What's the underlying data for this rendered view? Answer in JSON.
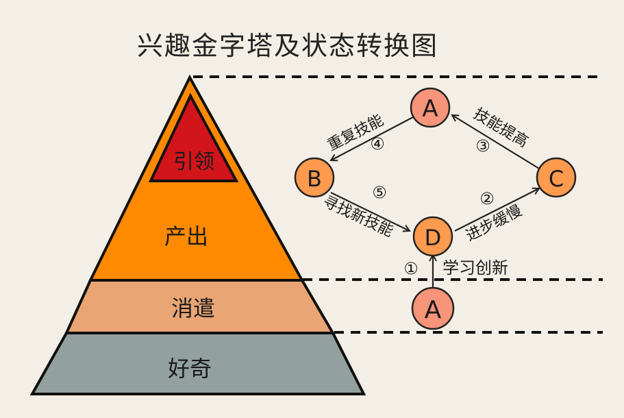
{
  "title": "兴趣金字塔及状态转换图",
  "pyramid": {
    "levels": [
      {
        "label": "引领",
        "color": "#d2151a"
      },
      {
        "label": "产出",
        "color": "#ff8a00"
      },
      {
        "label": "消遣",
        "color": "#e9a573"
      },
      {
        "label": "好奇",
        "color": "#93a0a0"
      }
    ]
  },
  "states": {
    "top": "A",
    "left": "B",
    "right": "C",
    "mid": "D",
    "bottom": "A",
    "fill_color": "#f7947a",
    "node_color_orange": "#ff9a4e"
  },
  "transitions": [
    {
      "num": "①",
      "label": "学习创新"
    },
    {
      "num": "②",
      "label": "进步缓慢"
    },
    {
      "num": "③",
      "label": "技能提高"
    },
    {
      "num": "④",
      "label": "重复技能"
    },
    {
      "num": "⑤",
      "label": "寻找新技能"
    }
  ]
}
